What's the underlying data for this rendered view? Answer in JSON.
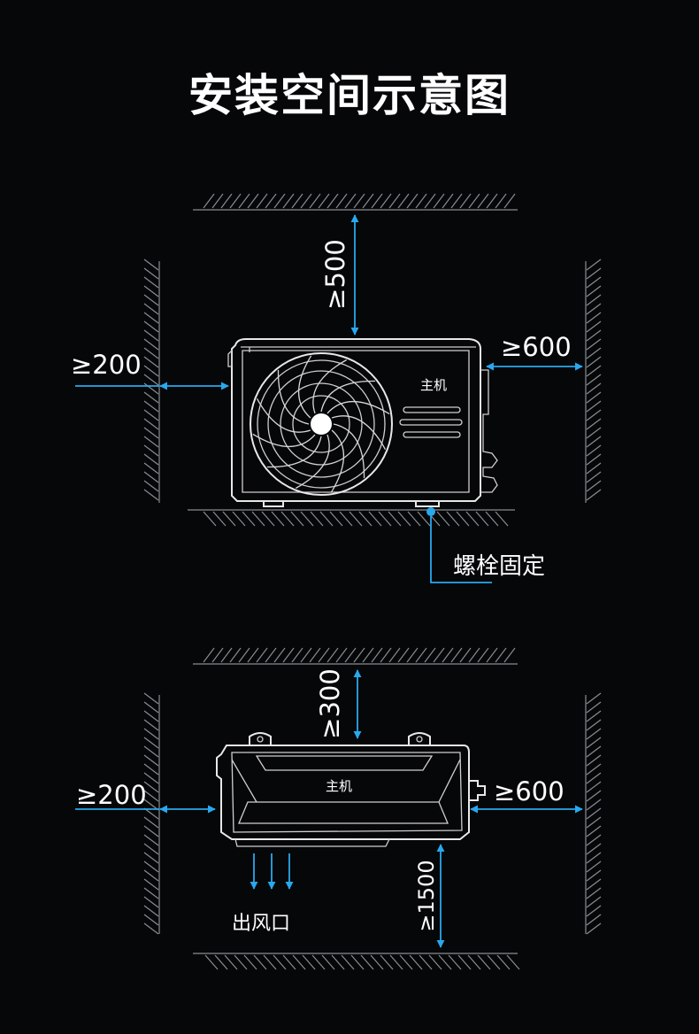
{
  "title": "安装空间示意图",
  "colors": {
    "background": "#060709",
    "dimension": "#29a8ee",
    "line": "#e8e8e8",
    "hatch": "#8a8d92"
  },
  "top_view": {
    "clearance_top": "≥500",
    "clearance_left": "≥200",
    "clearance_right": "≥600",
    "unit_label": "主机",
    "anchor_label": "螺栓固定"
  },
  "bottom_view": {
    "clearance_top": "≥300",
    "clearance_left": "≥200",
    "clearance_right": "≥600",
    "clearance_front": "≥1500",
    "unit_label": "主机",
    "outlet_label": "出风口"
  }
}
